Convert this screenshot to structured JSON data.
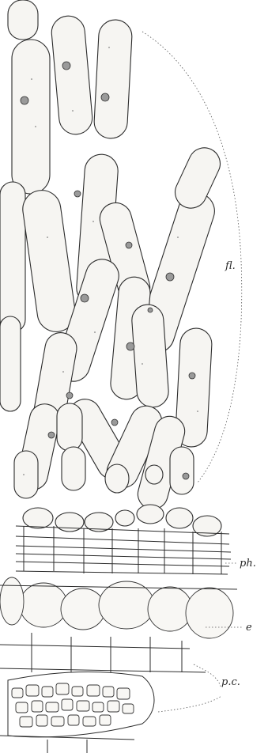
{
  "labels": {
    "fl": "fl.",
    "ph": "ph.",
    "e": "e",
    "pc": "p.c."
  }
}
